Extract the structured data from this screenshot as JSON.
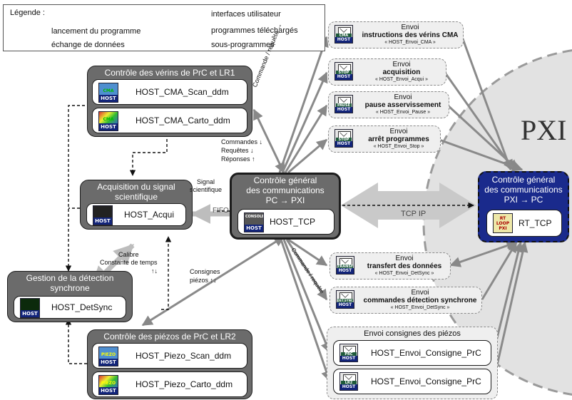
{
  "legend": {
    "title": "Légende :",
    "items": [
      {
        "label": "lancement du programme"
      },
      {
        "label": "échange de données"
      },
      {
        "label": "interfaces utilisateur"
      },
      {
        "label": "programmes téléchargés"
      },
      {
        "label": "sous-programmes"
      }
    ]
  },
  "pxi": {
    "label": "PXI"
  },
  "groups": {
    "cma": {
      "title": "Contrôle des vérins de PrC et LR1",
      "items": [
        {
          "label": "HOST_CMA_Scan_ddm",
          "icon": "CMA",
          "icon_name": "cma-vi-icon"
        },
        {
          "label": "HOST_CMA_Carto_ddm",
          "icon": "CMA",
          "icon_name": "cma-carto-vi-icon"
        }
      ]
    },
    "acqui": {
      "title_line1": "Acquisition du signal",
      "title_line2": "scientifique",
      "item": {
        "label": "HOST_Acqui",
        "icon": "ACQ"
      }
    },
    "detsync": {
      "title_line1": "Gestion de la détection",
      "title_line2": "synchrone",
      "item": {
        "label": "HOST_DetSync",
        "icon": "DS"
      }
    },
    "tcp": {
      "title_line1": "Contrôle général",
      "title_line2": "des communications",
      "title_line3": "PC → PXI",
      "item": {
        "label": "HOST_TCP",
        "icon": "CONSOLE"
      }
    },
    "piezo": {
      "title": "Contrôle des piézos de PrC et LR2",
      "items": [
        {
          "label": "HOST_Piezo_Scan_ddm",
          "icon": "PIEZO"
        },
        {
          "label": "HOST_Piezo_Carto_ddm",
          "icon": "PIEZO"
        }
      ]
    },
    "rt": {
      "title_line1": "Contrôle général",
      "title_line2": "des communications",
      "title_line3": "PXI →  PC",
      "item": {
        "label": "RT_TCP",
        "icon": "RT LOOP PXI"
      }
    }
  },
  "subprograms": {
    "cma": {
      "line1": "Envoi",
      "line2": "instructions des vérins CMA",
      "line3": "« HOST_Envoi_CMA »",
      "tag": "CMA"
    },
    "acqui": {
      "line1": "Envoi",
      "line2": "acquisition",
      "line3": "« HOST_Envoi_Acqui »",
      "tag": "STOP"
    },
    "pause": {
      "line1": "Envoi",
      "line2": "pause asservissement",
      "line3": "« HOST_Envoi_Pause »",
      "tag": "PAUSE"
    },
    "stop": {
      "line1": "Envoi",
      "line2": "arrêt programmes",
      "line3": "« HOST_Envoi_Stop »",
      "tag": "STOP"
    },
    "detsync": {
      "line1": "Envoi",
      "line2": "transfert des données",
      "line3": "« HOST_Envoi_DetSync »",
      "tag": "TRANSF"
    },
    "cmdsync": {
      "line1": "Envoi",
      "line2": "commandes détection synchrone",
      "line3": "« HOST_Envoi_DetSync »",
      "tag": "DET.SYNC"
    },
    "piezo_group": {
      "title": "Envoi consignes des piézos",
      "items": [
        {
          "label": "HOST_Envoi_Consigne_PrC",
          "tag": "PRC"
        },
        {
          "label": "HOST_Envoi_Consigne_PrC",
          "tag": "LR2"
        }
      ]
    }
  },
  "edge_labels": {
    "cmd_req_top": "Commande / requête →",
    "cmd_req_bottom": "Commande / requête",
    "commandes": "Commandes ↓",
    "requetes": "Requêtes    ↓",
    "reponses": "Réponses    ↑",
    "signal_1": "Signal",
    "signal_2": "scientifique",
    "fifo": "FIFO",
    "tcpip": "TCP IP",
    "calibre": "Calibre",
    "constante": "Constante de temps",
    "cal_arrows": "↑↓",
    "consignes": "Consignes",
    "piezos": "piézos  ↑↓"
  },
  "icon_text": {
    "host": "HOST"
  }
}
